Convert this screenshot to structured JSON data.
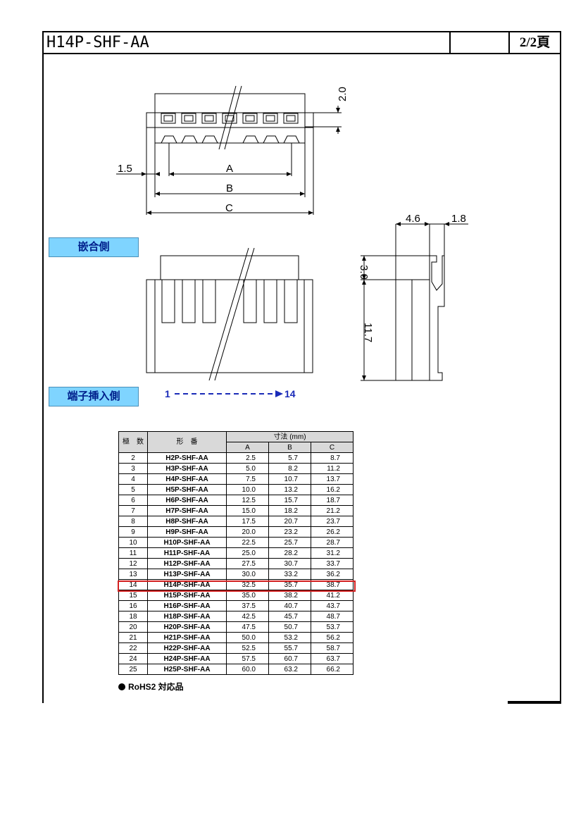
{
  "header": {
    "title": "H14P-SHF-AA",
    "page": "2/2頁"
  },
  "labels": {
    "mating_side": "嵌合側",
    "insert_side": "端子挿入側"
  },
  "drawing": {
    "dim_top": "2.0",
    "dim_left": "1.5",
    "dim_a": "A",
    "dim_b": "B",
    "dim_c": "C",
    "dim_width_1": "4.6",
    "dim_width_2": "1.8",
    "dim_height_1": "3.0",
    "dim_height_2": "11.7",
    "pin_start": "1",
    "pin_end": "14"
  },
  "table": {
    "headers": {
      "poles": "極　数",
      "part": "形　番",
      "dims": "寸法 (mm)",
      "a": "A",
      "b": "B",
      "c": "C"
    },
    "rows": [
      {
        "poles": "2",
        "part": "H2P-SHF-AA",
        "a": "2.5",
        "b": "5.7",
        "c": "8.7"
      },
      {
        "poles": "3",
        "part": "H3P-SHF-AA",
        "a": "5.0",
        "b": "8.2",
        "c": "11.2"
      },
      {
        "poles": "4",
        "part": "H4P-SHF-AA",
        "a": "7.5",
        "b": "10.7",
        "c": "13.7"
      },
      {
        "poles": "5",
        "part": "H5P-SHF-AA",
        "a": "10.0",
        "b": "13.2",
        "c": "16.2"
      },
      {
        "poles": "6",
        "part": "H6P-SHF-AA",
        "a": "12.5",
        "b": "15.7",
        "c": "18.7"
      },
      {
        "poles": "7",
        "part": "H7P-SHF-AA",
        "a": "15.0",
        "b": "18.2",
        "c": "21.2"
      },
      {
        "poles": "8",
        "part": "H8P-SHF-AA",
        "a": "17.5",
        "b": "20.7",
        "c": "23.7"
      },
      {
        "poles": "9",
        "part": "H9P-SHF-AA",
        "a": "20.0",
        "b": "23.2",
        "c": "26.2"
      },
      {
        "poles": "10",
        "part": "H10P-SHF-AA",
        "a": "22.5",
        "b": "25.7",
        "c": "28.7"
      },
      {
        "poles": "11",
        "part": "H11P-SHF-AA",
        "a": "25.0",
        "b": "28.2",
        "c": "31.2"
      },
      {
        "poles": "12",
        "part": "H12P-SHF-AA",
        "a": "27.5",
        "b": "30.7",
        "c": "33.7"
      },
      {
        "poles": "13",
        "part": "H13P-SHF-AA",
        "a": "30.0",
        "b": "33.2",
        "c": "36.2"
      },
      {
        "poles": "14",
        "part": "H14P-SHF-AA",
        "a": "32.5",
        "b": "35.7",
        "c": "38.7"
      },
      {
        "poles": "15",
        "part": "H15P-SHF-AA",
        "a": "35.0",
        "b": "38.2",
        "c": "41.2"
      },
      {
        "poles": "16",
        "part": "H16P-SHF-AA",
        "a": "37.5",
        "b": "40.7",
        "c": "43.7"
      },
      {
        "poles": "18",
        "part": "H18P-SHF-AA",
        "a": "42.5",
        "b": "45.7",
        "c": "48.7"
      },
      {
        "poles": "20",
        "part": "H20P-SHF-AA",
        "a": "47.5",
        "b": "50.7",
        "c": "53.7"
      },
      {
        "poles": "21",
        "part": "H21P-SHF-AA",
        "a": "50.0",
        "b": "53.2",
        "c": "56.2"
      },
      {
        "poles": "22",
        "part": "H22P-SHF-AA",
        "a": "52.5",
        "b": "55.7",
        "c": "58.7"
      },
      {
        "poles": "24",
        "part": "H24P-SHF-AA",
        "a": "57.5",
        "b": "60.7",
        "c": "63.7"
      },
      {
        "poles": "25",
        "part": "H25P-SHF-AA",
        "a": "60.0",
        "b": "63.2",
        "c": "66.2"
      }
    ]
  },
  "footnote": "RoHS2 対応品",
  "colors": {
    "label_fill": "#7fd4ff",
    "label_text": "#00208c",
    "highlight": "#d32020",
    "arrow": "#1a2bb8"
  }
}
